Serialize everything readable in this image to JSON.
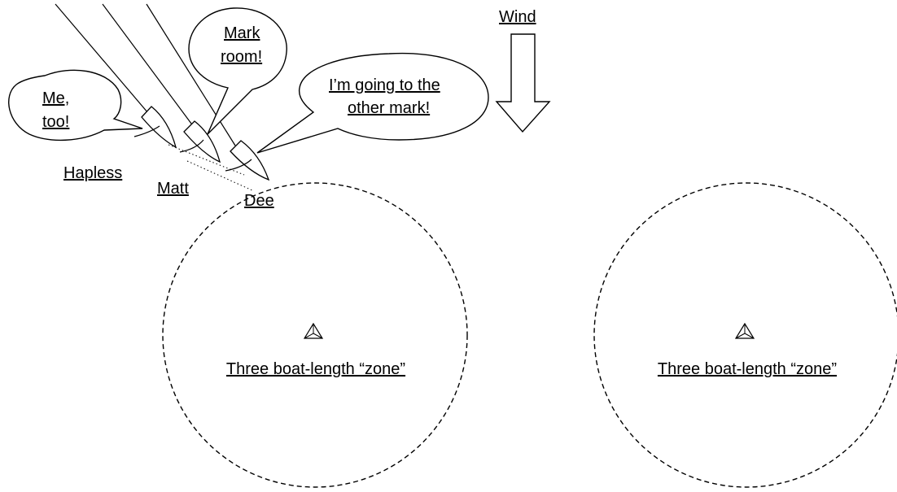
{
  "wind": {
    "label": "Wind"
  },
  "boats": [
    {
      "name": "Hapless",
      "speech": [
        "Me,",
        "too!"
      ]
    },
    {
      "name": "Matt",
      "speech": [
        "Mark",
        "room!"
      ]
    },
    {
      "name": "Dee",
      "speech": [
        "I’m going to the",
        "other mark!"
      ]
    }
  ],
  "zones": [
    {
      "label": "Three boat-length “zone”",
      "mark_icon": "triangle-mark-icon"
    },
    {
      "label": "Three boat-length “zone”",
      "mark_icon": "triangle-mark-icon"
    }
  ]
}
